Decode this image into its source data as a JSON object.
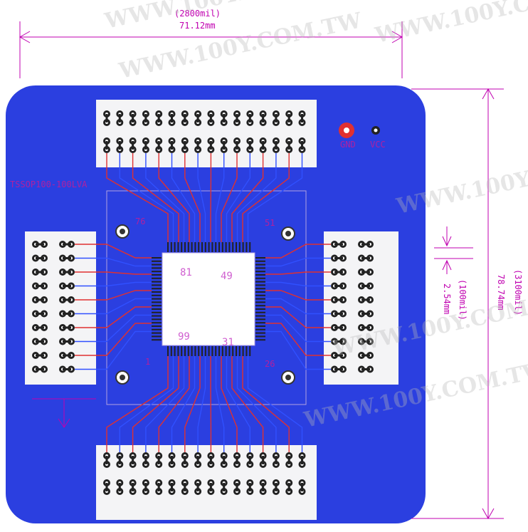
{
  "dimensions": {
    "width_mil": "(2800mil)",
    "width_mm": "71.12mm",
    "height_mil": "(3100mil)",
    "height_mm": "78.74mm",
    "pitch_mil": "(100mil)",
    "pitch_mm": "2.54mm"
  },
  "board": {
    "part_label": "TSSOP100-100LVA",
    "gnd_label": "GND",
    "vcc_label": "VCC",
    "chip_pin_labels": [
      "1",
      "26",
      "31",
      "49",
      "51",
      "76",
      "81",
      "99"
    ]
  },
  "watermark": "WWW.100Y.COM.TW",
  "colors": {
    "board": "#2b3fe0",
    "header_bg": "#f4f4f6",
    "trace_red": "#e03030",
    "trace_blue": "#3050ff",
    "silk": "#c000b0",
    "dimension": "#c000b0"
  }
}
